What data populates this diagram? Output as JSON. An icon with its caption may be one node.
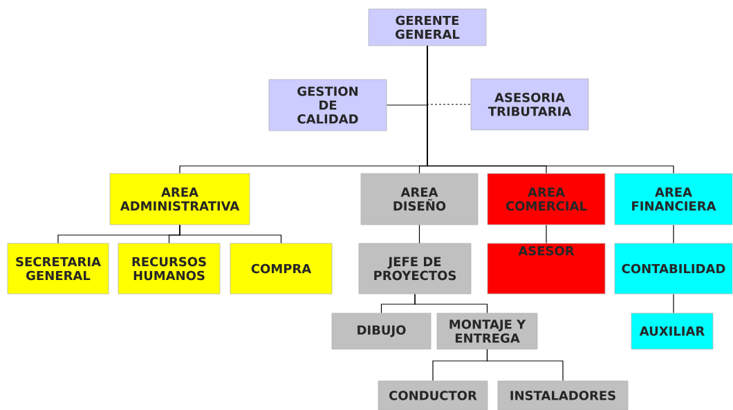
{
  "diagram": {
    "nodes": [
      {
        "text": [
          "GERENTE GENERAL"
        ]
      },
      {
        "text": [
          "GESTION DE CALIDAD"
        ]
      },
      {
        "text": [
          "ASESORIA TRIBUTARIA"
        ]
      },
      {
        "text": [
          "AREA ADMINISTRATIVA"
        ]
      },
      {
        "text": [
          "AREA DISEÑO"
        ]
      },
      {
        "text": [
          "AREA COMERCIAL"
        ]
      },
      {
        "text": [
          "AREA FINANCIERA"
        ]
      },
      {
        "text": [
          "SECRETARIA GENERAL"
        ]
      },
      {
        "text": [
          "RECURSOS HUMANOS"
        ]
      },
      {
        "text": [
          "COMPRA"
        ]
      },
      {
        "text": [
          "JEFE DE PROYECTOS"
        ]
      },
      {
        "text": [
          "ASESOR"
        ]
      },
      {
        "text": [
          "CONTABILIDAD"
        ]
      },
      {
        "text": [
          "DIBUJO"
        ]
      },
      {
        "text": [
          "MONTAJE Y ENTREGA"
        ]
      },
      {
        "text": [
          "AUXILIAR"
        ]
      },
      {
        "text": [
          "CONDUCTOR"
        ]
      },
      {
        "text": [
          "INSTALADORES"
        ]
      }
    ],
    "edges": [
      {
        "from": 0,
        "to": 1,
        "arrow": "none"
      },
      {
        "from": 0,
        "to": 2,
        "arrow": "none",
        "style": "dashed"
      },
      {
        "from": 0,
        "to": 3,
        "arrow": "none"
      },
      {
        "from": 0,
        "to": 4,
        "arrow": "none"
      },
      {
        "from": 0,
        "to": 5,
        "arrow": "none"
      },
      {
        "from": 0,
        "to": 6,
        "arrow": "none"
      },
      {
        "from": 3,
        "to": 7,
        "arrow": "none"
      },
      {
        "from": 3,
        "to": 8,
        "arrow": "none"
      },
      {
        "from": 3,
        "to": 9,
        "arrow": "none"
      },
      {
        "from": 4,
        "to": 10,
        "arrow": "none"
      },
      {
        "from": 5,
        "to": 11,
        "arrow": "none"
      },
      {
        "from": 6,
        "to": 12,
        "arrow": "none"
      },
      {
        "from": 10,
        "to": 13,
        "arrow": "none"
      },
      {
        "from": 10,
        "to": 14,
        "arrow": "none"
      },
      {
        "from": 12,
        "to": 15,
        "arrow": "none"
      },
      {
        "from": 14,
        "to": 16,
        "arrow": "none"
      },
      {
        "from": 14,
        "to": 17,
        "arrow": "none"
      }
    ]
  }
}
